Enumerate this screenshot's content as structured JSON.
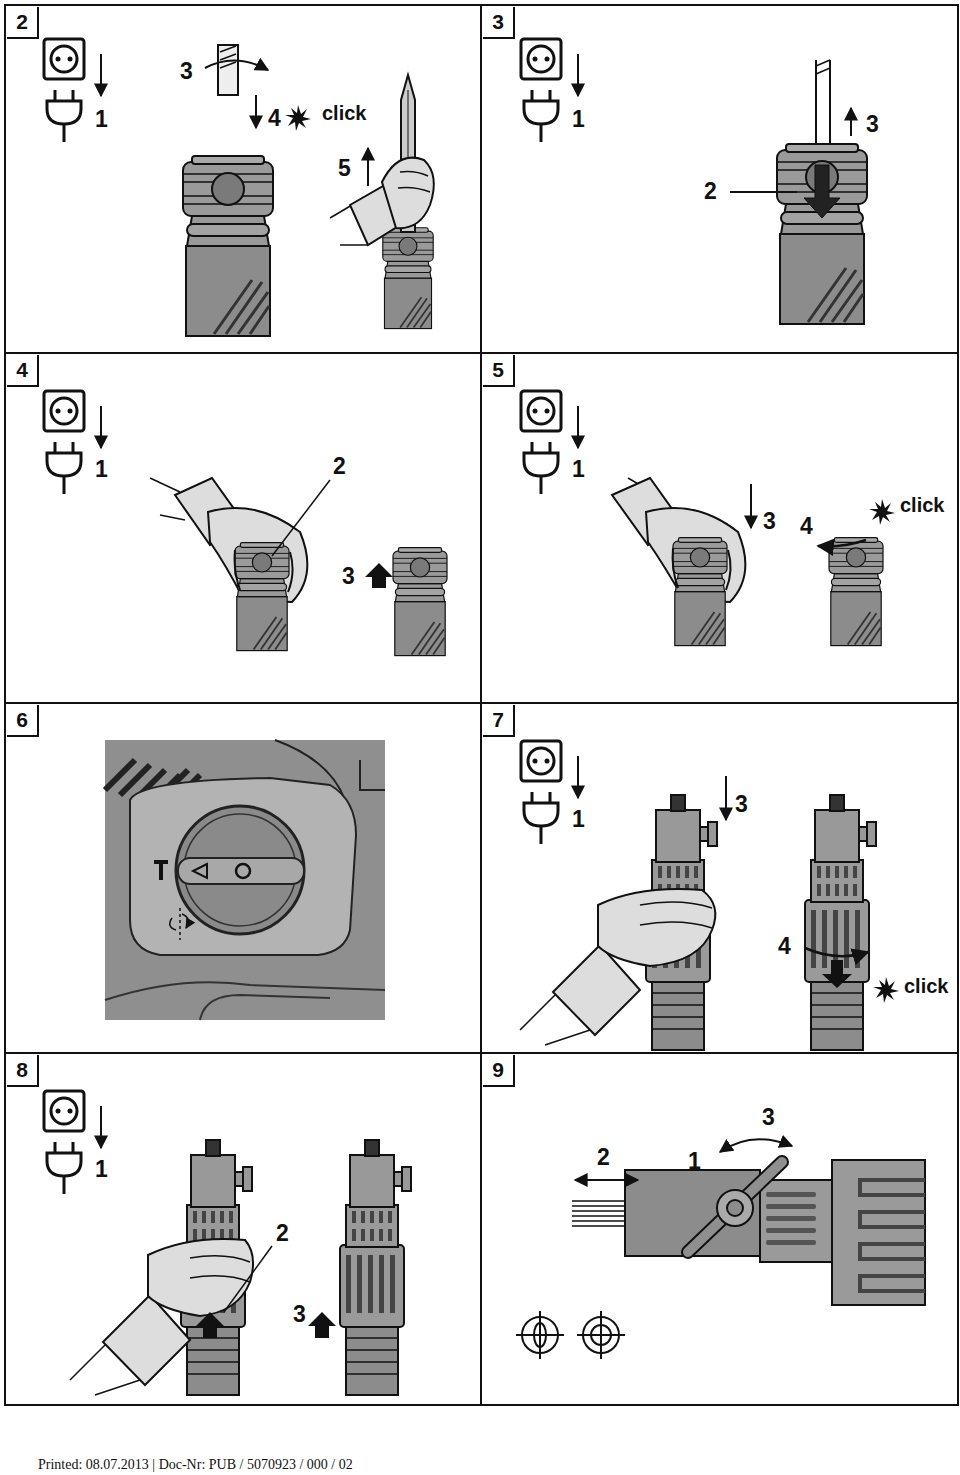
{
  "diagram": {
    "labels": [
      "2",
      "1",
      "3",
      "4",
      "click",
      "5",
      "3",
      "1",
      "2",
      "3",
      "4",
      "1",
      "2",
      "3",
      "5",
      "1",
      "3",
      "4",
      "click",
      "6",
      "7",
      "1",
      "3",
      "4",
      "click",
      "8",
      "1",
      "2",
      "3",
      "9",
      "3",
      "2",
      "1",
      "Printed: 08.07.2013 | Doc-Nr: PUB / 5070923 / 000 / 02"
    ]
  }
}
